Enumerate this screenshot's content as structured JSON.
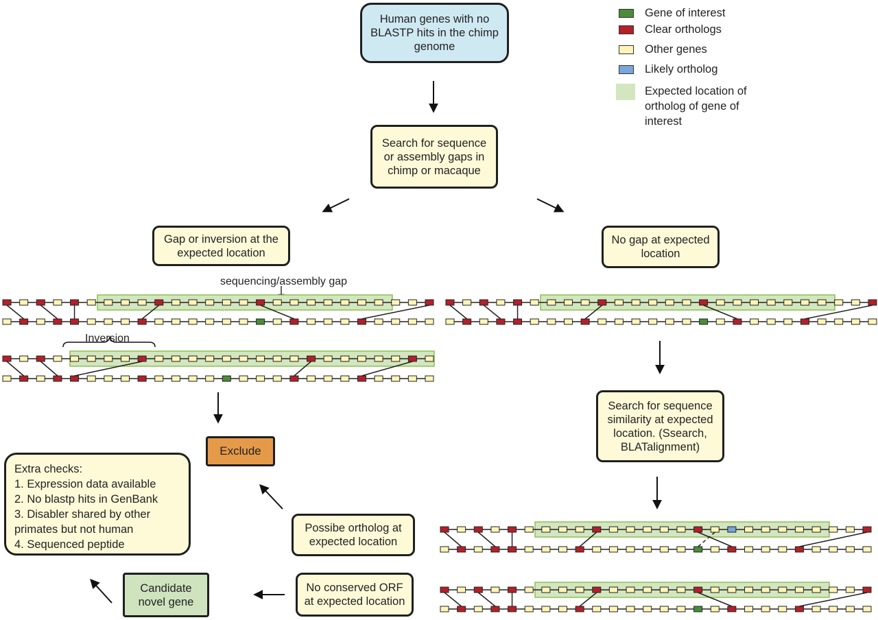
{
  "flow": {
    "start": "Human genes with no BLASTP hits in the chimp genome",
    "search_gaps": "Search for sequence or assembly gaps in chimp or macaque",
    "gap_inversion": "Gap or inversion at the expected location",
    "no_gap": "No gap at expected location",
    "search_similarity": "Search for sequence similarity at expected location. (Ssearch, BLATalignment)",
    "exclude": "Exclude",
    "possible_ortholog": "Possibe ortholog at expected location",
    "no_conserved_orf": "No conserved ORF at expected location",
    "candidate": "Candidate novel gene",
    "extra_checks": {
      "title": "Extra checks:",
      "items": [
        "1. Expression data available",
        "2. No blastp hits in GenBank",
        "3. Disabler shared by other primates but not human",
        "4. Sequenced peptide"
      ]
    }
  },
  "annotations": {
    "seq_gap": "sequencing/assembly gap",
    "inversion": "Inversion"
  },
  "legend": {
    "items": [
      {
        "label": "Gene of interest",
        "color": "#4a8c3a"
      },
      {
        "label": "Clear orthologs",
        "color": "#b3202a"
      },
      {
        "label": "Other genes",
        "color": "#fdf5b8"
      },
      {
        "label": "Likely ortholog",
        "color": "#7aa6d8"
      },
      {
        "label": "Expected location of ortholog of gene of interest",
        "color": "#d3e6c0"
      }
    ]
  },
  "colors": {
    "interest": "#4a8c3a",
    "ortholog": "#b3202a",
    "other": "#fdf5b8",
    "likely": "#7aa6d8",
    "region": "#d3e6c0",
    "region_border": "#8cc152"
  }
}
